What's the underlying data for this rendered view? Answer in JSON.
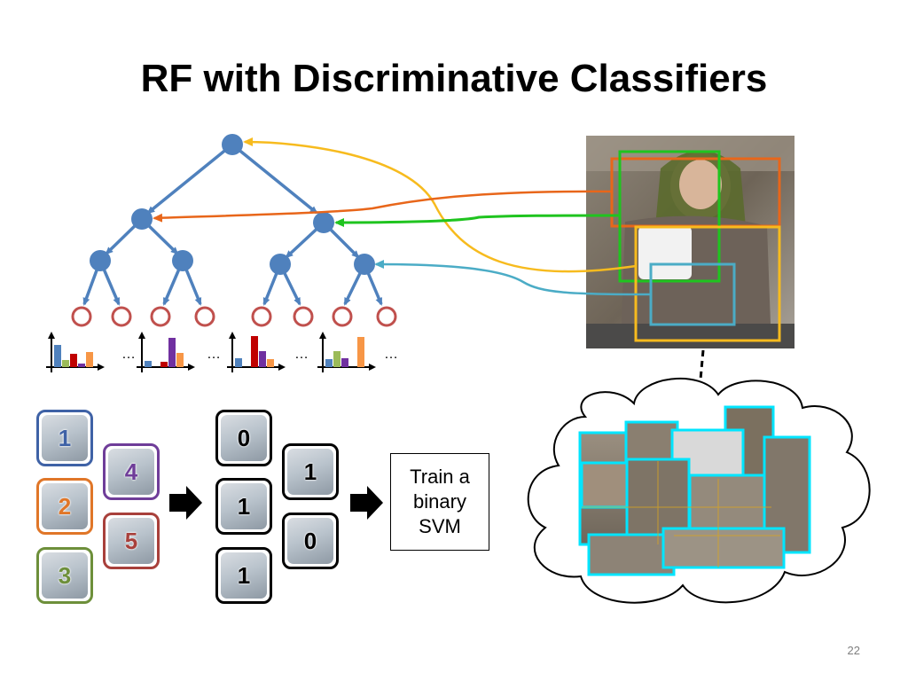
{
  "slide": {
    "title": "RF with Discriminative Classifiers",
    "page_number": "22"
  },
  "tree": {
    "ellipsis": "…"
  },
  "training_set": {
    "labels": [
      "1",
      "2",
      "3",
      "4",
      "5"
    ],
    "colors": [
      "#3f62a6",
      "#e07628",
      "#6d8f3a",
      "#6f3d99",
      "#a8403b"
    ]
  },
  "binary_labels": [
    "0",
    "1",
    "1",
    "1",
    "0"
  ],
  "svm_box": {
    "text": "Train a\nbinary\nSVM"
  },
  "colors": {
    "node": "#4f81bd",
    "leaf": "#c0504d",
    "arrow_yellow": "#f7bb1e",
    "arrow_orange": "#e8661a",
    "arrow_green": "#1fc41f",
    "arrow_blue": "#4bacc6",
    "patch_border": "#00e5ff"
  }
}
